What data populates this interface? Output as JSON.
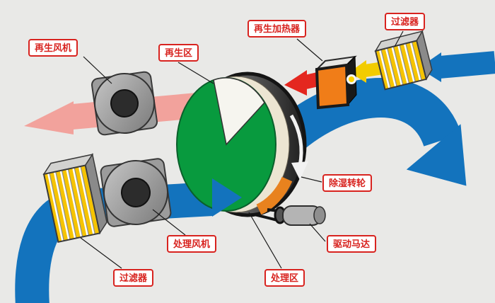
{
  "diagram": {
    "type": "desiccant-wheel-dehumidifier-schematic",
    "labels": {
      "regen_fan": "再生风机",
      "regen_zone": "再生区",
      "regen_heater": "再生加热器",
      "filter_top": "过滤器",
      "rotor": "除湿转轮",
      "drive_motor": "驱动马达",
      "process_zone": "处理区",
      "process_fan": "处理风机",
      "filter_bottom": "过滤器"
    },
    "colors": {
      "background": "#e9e9e7",
      "process_air_blue": "#1373bd",
      "regen_exhaust_pink": "#f2a29c",
      "hot_air_red": "#e4271f",
      "filtered_air_yellow": "#f2cc00",
      "wheel_green": "#089a3e",
      "wheel_rim_dark": "#3a3a3a",
      "wheel_side_cream": "#ece5d2",
      "wheel_orange_patch": "#e8821e",
      "heater_orange": "#f07d18",
      "label_red": "#d8231f",
      "component_gray": "#9c9c9c"
    }
  }
}
